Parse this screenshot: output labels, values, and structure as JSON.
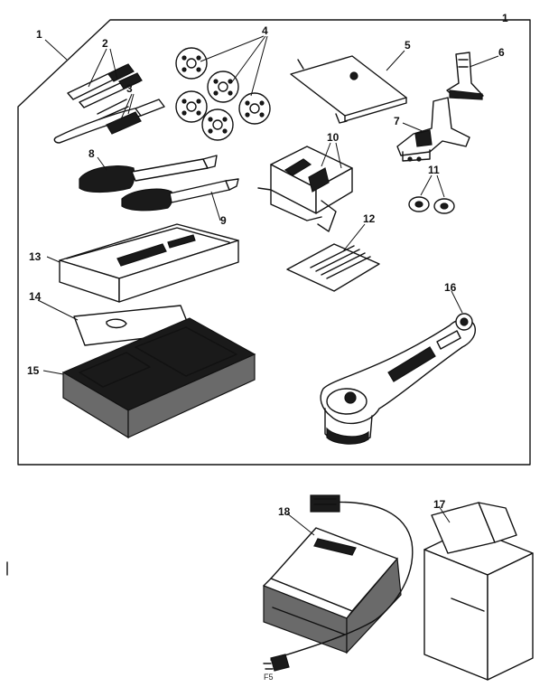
{
  "diagram": {
    "sheet_mark": "1",
    "figure_code": "F5",
    "callouts": [
      "1",
      "2",
      "3",
      "4",
      "5",
      "6",
      "7",
      "8",
      "9",
      "10",
      "11",
      "12",
      "13",
      "14",
      "15",
      "16",
      "17",
      "18"
    ],
    "parts": [
      "kit-box-outline",
      "seam-rippers",
      "lint-brushes",
      "bobbins",
      "feed-cover-plate",
      "zipper-foot",
      "buttonhole-foot",
      "large-screwdriver",
      "small-screwdriver",
      "needle-pack",
      "spool-pins",
      "needle-card",
      "box-lid",
      "box-insert",
      "accessory-tray",
      "buttonhole-attachment",
      "motor-carton",
      "foot-control"
    ]
  }
}
